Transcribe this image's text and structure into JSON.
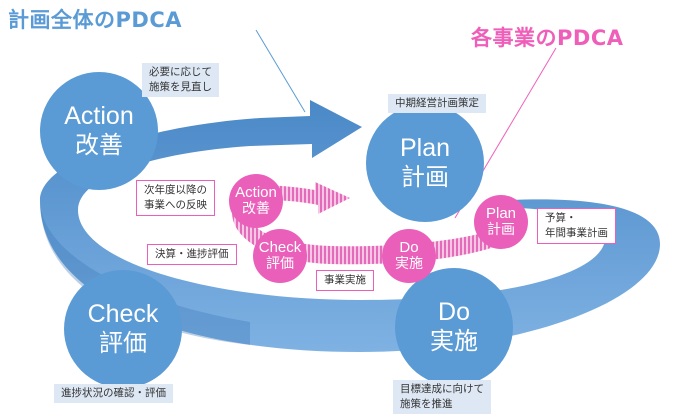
{
  "titles": {
    "overall": "計画全体のPDCA",
    "business": "各事業のPDCA"
  },
  "big_cycle": {
    "action": {
      "en": "Action",
      "jp": "改善"
    },
    "plan": {
      "en": "Plan",
      "jp": "計画"
    },
    "do": {
      "en": "Do",
      "jp": "実施"
    },
    "check": {
      "en": "Check",
      "jp": "評価"
    }
  },
  "small_cycle": {
    "action": {
      "en": "Action",
      "jp": "改善"
    },
    "plan": {
      "en": "Plan",
      "jp": "計画"
    },
    "do": {
      "en": "Do",
      "jp": "実施"
    },
    "check": {
      "en": "Check",
      "jp": "評価"
    }
  },
  "notes": {
    "action_review": [
      "必要に応じて",
      "施策を見直し"
    ],
    "plan_midterm": "中期経営計画策定",
    "do_goal": [
      "目標達成に向けて",
      "施策を推進"
    ],
    "check_progress": "進捗状況の確認・評価",
    "small_action_reflect": [
      "次年度以降の",
      "事業への反映"
    ],
    "small_check_settle": "決算・進捗評価",
    "small_do_exec": "事業実施",
    "small_plan_budget": [
      "予算・",
      "年間事業計画"
    ]
  },
  "colors": {
    "blue": "#5b9bd5",
    "pink": "#ea5fba",
    "note_bg": "#dee8f5"
  }
}
